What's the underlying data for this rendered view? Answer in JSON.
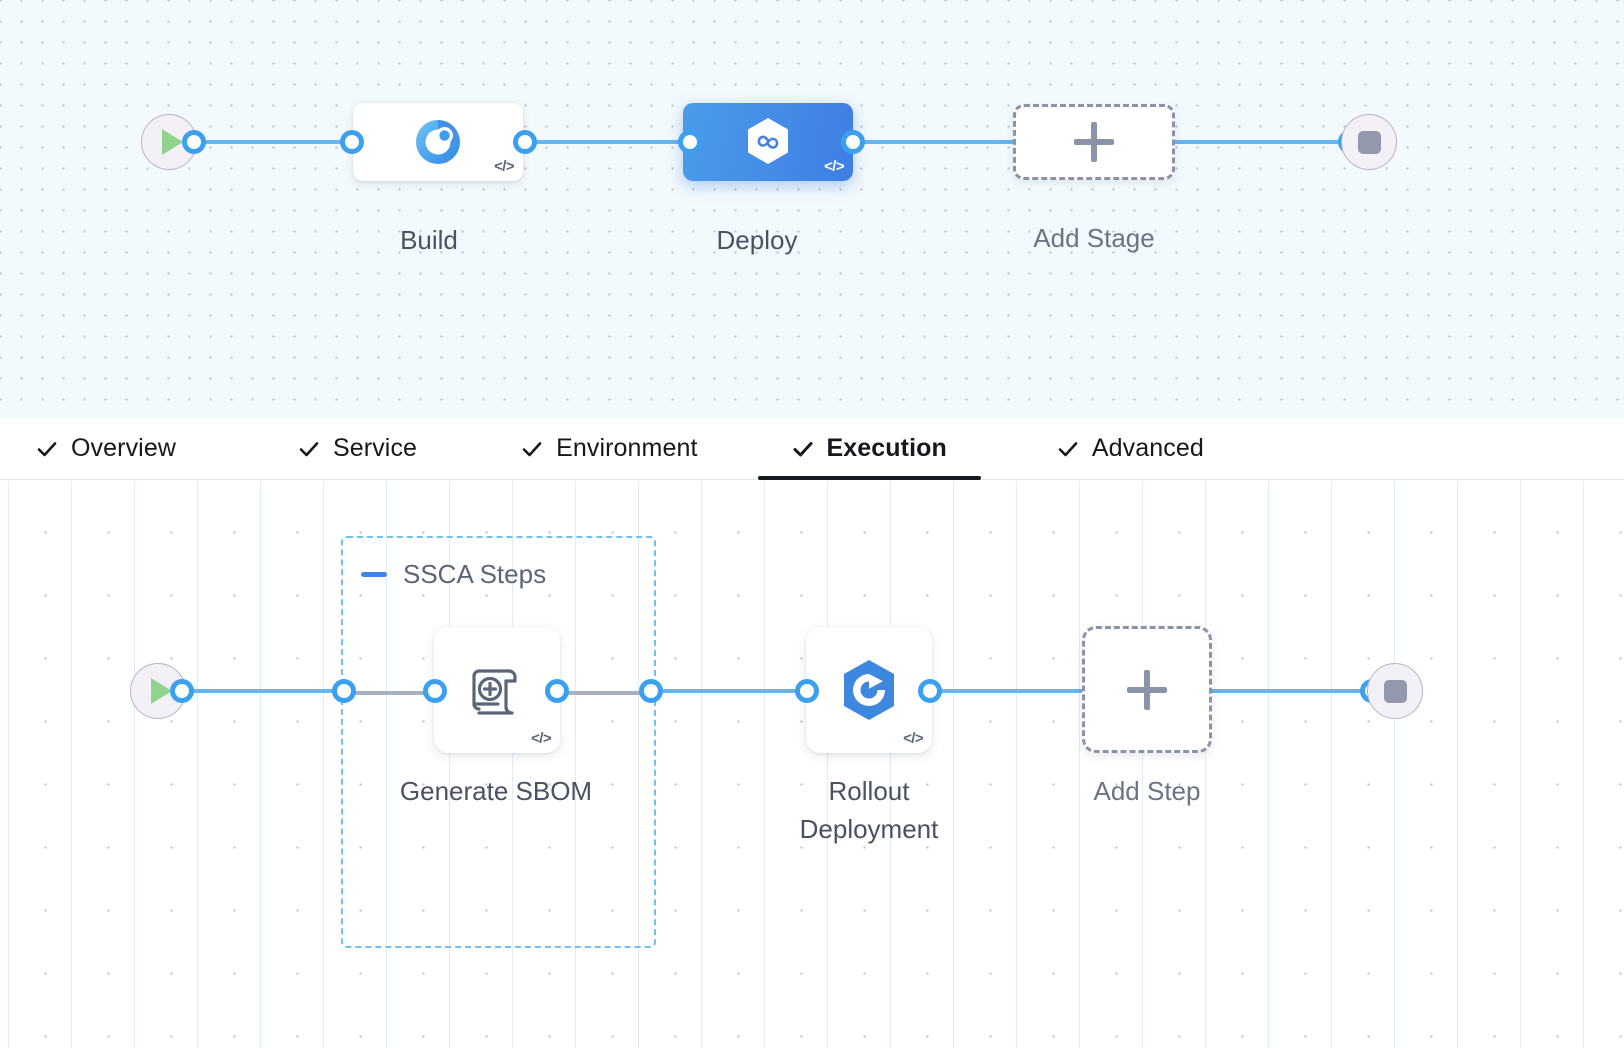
{
  "stage_canvas": {
    "start_node": {
      "name": "pipeline-start",
      "icon": "play-icon"
    },
    "end_node": {
      "name": "pipeline-end",
      "icon": "stop-icon"
    },
    "stages": [
      {
        "label": "Build",
        "icon": "build-target-icon",
        "selected": false,
        "badge": "</>"
      },
      {
        "label": "Deploy",
        "icon": "harness-hexagon-infinity-icon",
        "selected": true,
        "badge": "</>"
      }
    ],
    "add_stage": {
      "label": "Add Stage",
      "icon": "plus-icon"
    }
  },
  "tabs": [
    {
      "label": "Overview",
      "icon": "check-icon",
      "active": false
    },
    {
      "label": "Service",
      "icon": "check-icon",
      "active": false
    },
    {
      "label": "Environment",
      "icon": "check-icon",
      "active": false
    },
    {
      "label": "Execution",
      "icon": "check-icon",
      "active": true
    },
    {
      "label": "Advanced",
      "icon": "check-icon",
      "active": false
    }
  ],
  "step_canvas": {
    "start_node": {
      "name": "execution-start",
      "icon": "play-icon"
    },
    "end_node": {
      "name": "execution-end",
      "icon": "stop-icon"
    },
    "group": {
      "title": "SSCA Steps",
      "icon": "collapse-minus-icon"
    },
    "steps": [
      {
        "label": "Generate SBOM",
        "icon": "sbom-scroll-plus-icon",
        "badge": "</>",
        "in_group": true
      },
      {
        "label": "Rollout\nDeployment",
        "icon": "k8s-rollout-hexagon-icon",
        "badge": "</>",
        "in_group": false
      }
    ],
    "add_step": {
      "label": "Add Step",
      "icon": "plus-icon"
    }
  },
  "colors": {
    "accent_blue": "#3ba1ef",
    "selected_stage": "#4287e0",
    "rail": "#64b5f0",
    "dashed_rail": "#a7b0c0",
    "group_border": "#6fc2f0",
    "label_text": "#4a5163",
    "start_play": "#8fd48a",
    "end_stop": "#9398ad",
    "canvas_top_bg": "#f3fafd",
    "canvas_bottom_bg": "#ffffff"
  }
}
